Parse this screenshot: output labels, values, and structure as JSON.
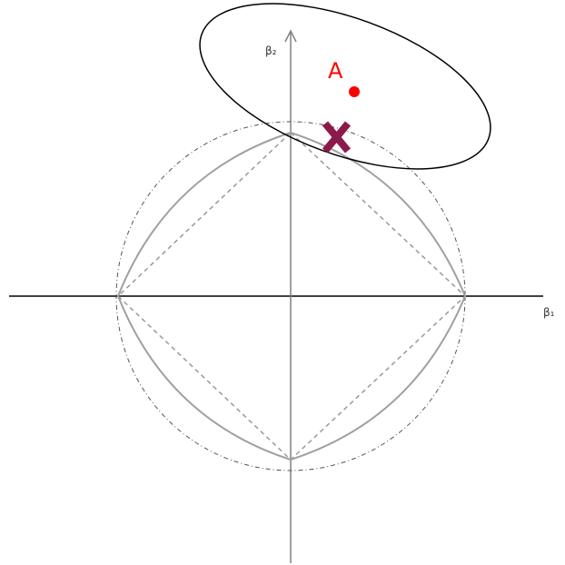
{
  "labels": {
    "x_axis": "β₁",
    "y_axis": "β₂",
    "point_a": "A"
  },
  "colors": {
    "axis_x": "#000000",
    "axis_y": "#808080",
    "boundary": "#999999",
    "outer_circle": "#555555",
    "ellipse": "#000000",
    "point_a": "#ff0000",
    "intersection_marker": "#8b1a4a",
    "label_text": "#333333"
  },
  "icons": {
    "intersection_marker": "cross-mark-icon",
    "point_a": "filled-dot-icon"
  }
}
